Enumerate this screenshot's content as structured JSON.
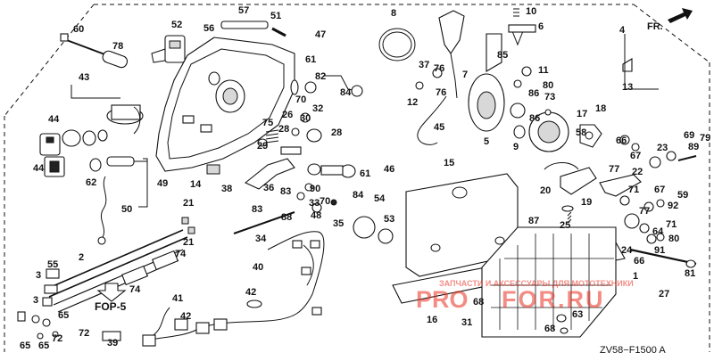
{
  "diagram": {
    "code": "ZV58−F1500 A",
    "direction_label": "FR.",
    "callout_label": "FOP-5",
    "watermark_brand": "PRO",
    "watermark_domain": "FOR.RU",
    "watermark_tagline": "ЗАПЧАСТИ И АКСЕССУАРЫ ДЛЯ МОТОТЕХНИКИ",
    "part_numbers": [
      "1",
      "2",
      "3",
      "3",
      "4",
      "5",
      "6",
      "7",
      "8",
      "9",
      "10",
      "11",
      "12",
      "13",
      "14",
      "15",
      "16",
      "17",
      "18",
      "19",
      "20",
      "21",
      "21",
      "22",
      "23",
      "24",
      "25",
      "26",
      "27",
      "28",
      "28",
      "29",
      "30",
      "31",
      "32",
      "33",
      "34",
      "35",
      "36",
      "37",
      "38",
      "39",
      "40",
      "41",
      "42",
      "42",
      "43",
      "44",
      "44",
      "45",
      "46",
      "47",
      "48",
      "49",
      "50",
      "51",
      "52",
      "53",
      "54",
      "55",
      "56",
      "57",
      "58",
      "59",
      "60",
      "61",
      "61",
      "62",
      "63",
      "64",
      "65",
      "65",
      "65",
      "66",
      "66",
      "67",
      "67",
      "68",
      "68",
      "69",
      "70",
      "70",
      "71",
      "71",
      "72",
      "72",
      "73",
      "74",
      "74",
      "75",
      "76",
      "76",
      "77",
      "77",
      "78",
      "79",
      "80",
      "80",
      "81",
      "82",
      "83",
      "83",
      "84",
      "84",
      "85",
      "86",
      "86",
      "87",
      "88",
      "89",
      "90",
      "91",
      "92"
    ]
  }
}
